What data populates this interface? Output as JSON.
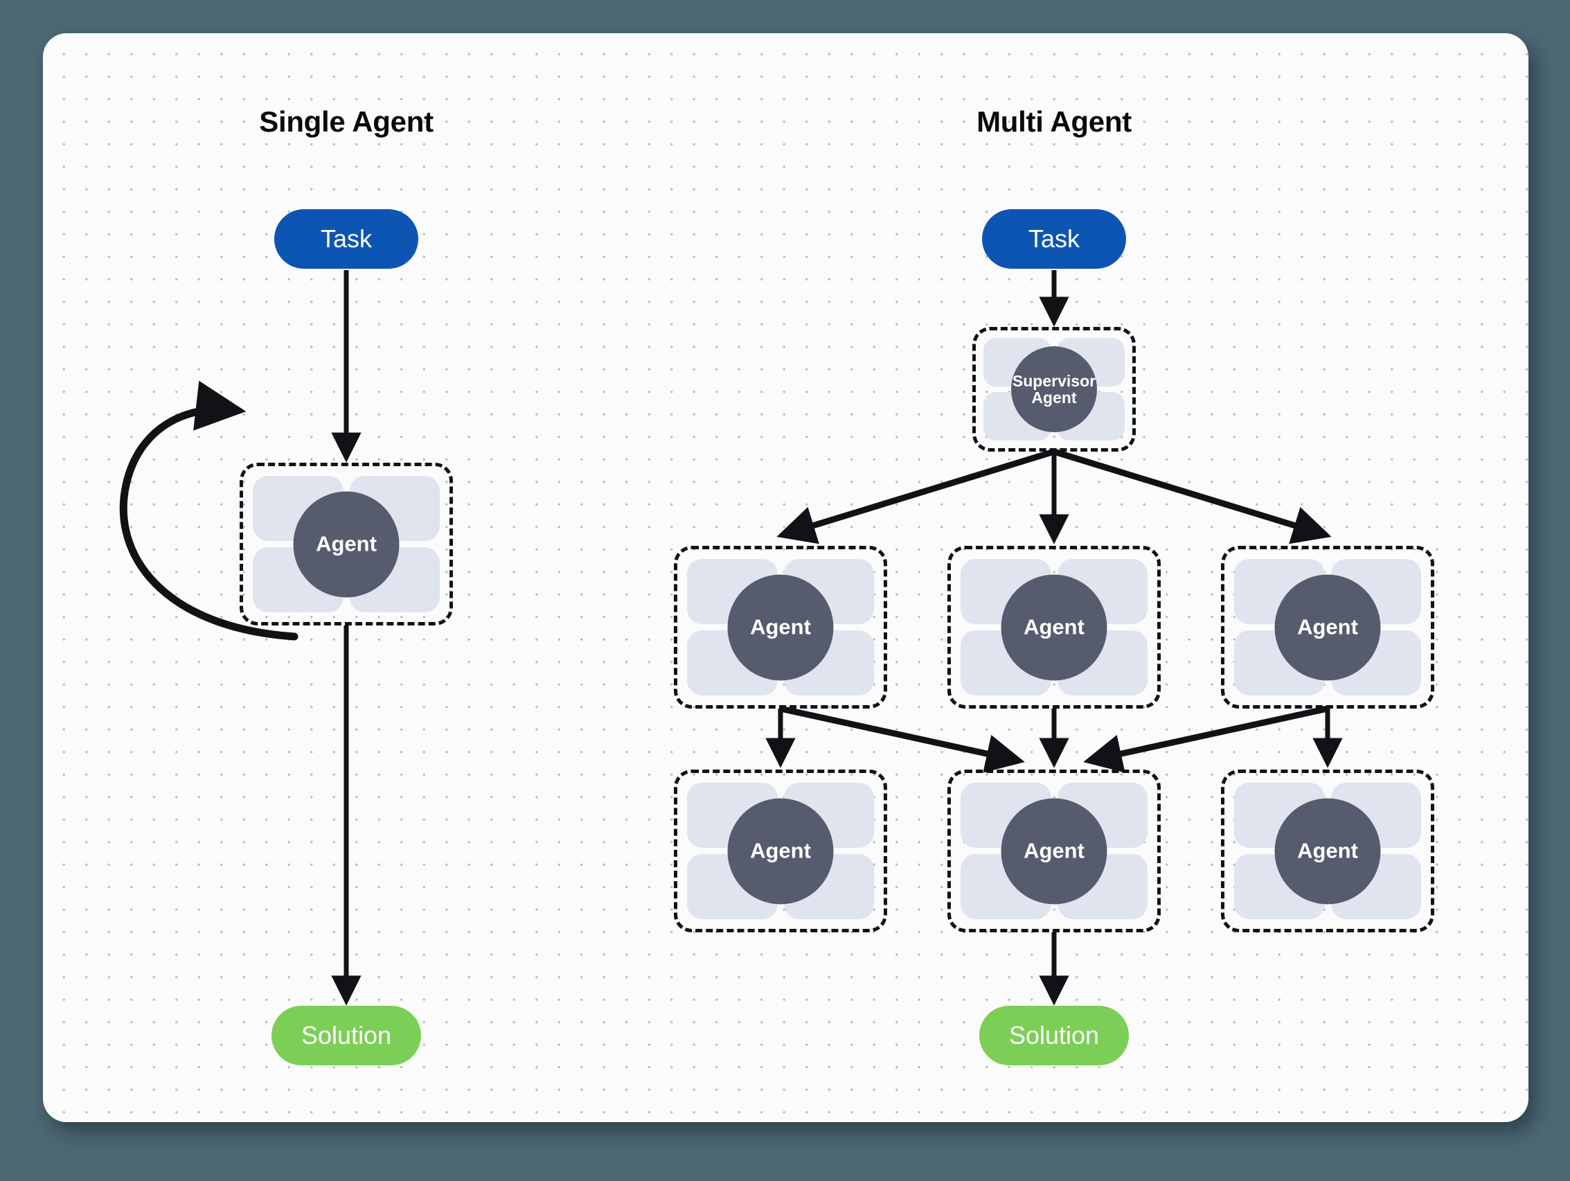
{
  "canvas": {
    "background_color": "#4c6874",
    "panel_color": "#fbfbfc",
    "dot_color": "#b9bcc2"
  },
  "palette": {
    "task_blue": "#0d55b2",
    "solution_green": "#7bcf56",
    "agent_core": "#565c6d",
    "petal": "#dfe4ee",
    "connector": "#111216"
  },
  "columns": {
    "single": {
      "title": "Single Agent",
      "task": {
        "label": "Task"
      },
      "agent": {
        "label": "Agent"
      },
      "solution": {
        "label": "Solution"
      }
    },
    "multi": {
      "title": "Multi Agent",
      "task": {
        "label": "Task"
      },
      "supervisor": {
        "label_line1": "Supervisor",
        "label_line2": "Agent"
      },
      "row1": [
        {
          "label": "Agent"
        },
        {
          "label": "Agent"
        },
        {
          "label": "Agent"
        }
      ],
      "row2": [
        {
          "label": "Agent"
        },
        {
          "label": "Agent"
        },
        {
          "label": "Agent"
        }
      ],
      "solution": {
        "label": "Solution"
      }
    }
  }
}
